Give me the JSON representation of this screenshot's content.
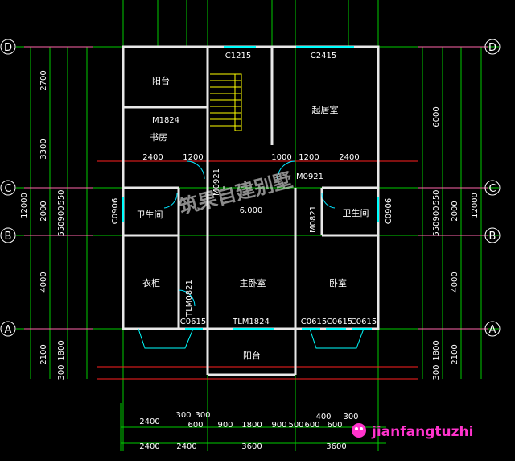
{
  "axes": {
    "D": "D",
    "C": "C",
    "B": "B",
    "A": "A"
  },
  "rooms": {
    "balcony_north": "阳台",
    "study": "书房",
    "living": "起居室",
    "bath_left": "卫生间",
    "bath_right": "卫生间",
    "closet": "衣柜",
    "master": "主卧室",
    "bedroom": "卧室",
    "balcony_south": "阳台"
  },
  "openings": {
    "c1215": "C1215",
    "c2415": "C2415",
    "m1824": "M1824",
    "m0921_a": "M0921",
    "m0921_b": "M0921",
    "m0821": "M0821",
    "c0906_l": "C0906",
    "c0906_r": "C0906",
    "tlm0821": "TLM0821",
    "c0615_1": "C0615",
    "tlm1824": "TLM1824",
    "c0615_2": "C0615",
    "c0615_3": "C0615",
    "c0615_4": "C0615"
  },
  "level": "6.000",
  "inner_dims": {
    "d2400a": "2400",
    "d1200a": "1200",
    "d1000": "1000",
    "d1200b": "1200",
    "d2400b": "2400"
  },
  "left_dims": {
    "d2700": "2700",
    "d3300": "3300",
    "d12000": "12000",
    "d2000": "2000",
    "d550": "550",
    "d900": "900",
    "d550b": "550",
    "d4000": "4000",
    "d2100": "2100",
    "d1800": "1800",
    "d300": "300"
  },
  "right_dims": {
    "d6000": "6000",
    "d12000": "12000",
    "d2000": "2000",
    "d550": "550",
    "d900": "900",
    "d550b": "550",
    "d4000": "4000",
    "d2100": "2100",
    "d1800": "1800",
    "d300": "300"
  },
  "bottom_dims": {
    "row1": [
      "2400",
      "300",
      "300",
      "600",
      "900",
      "1800",
      "900",
      "500",
      "600",
      "400",
      "600",
      "300"
    ],
    "row2": [
      "2400",
      "2400",
      "3600",
      "3600"
    ]
  },
  "watermark": "筑果自建别墅",
  "brand": "jianfangtuzhi"
}
